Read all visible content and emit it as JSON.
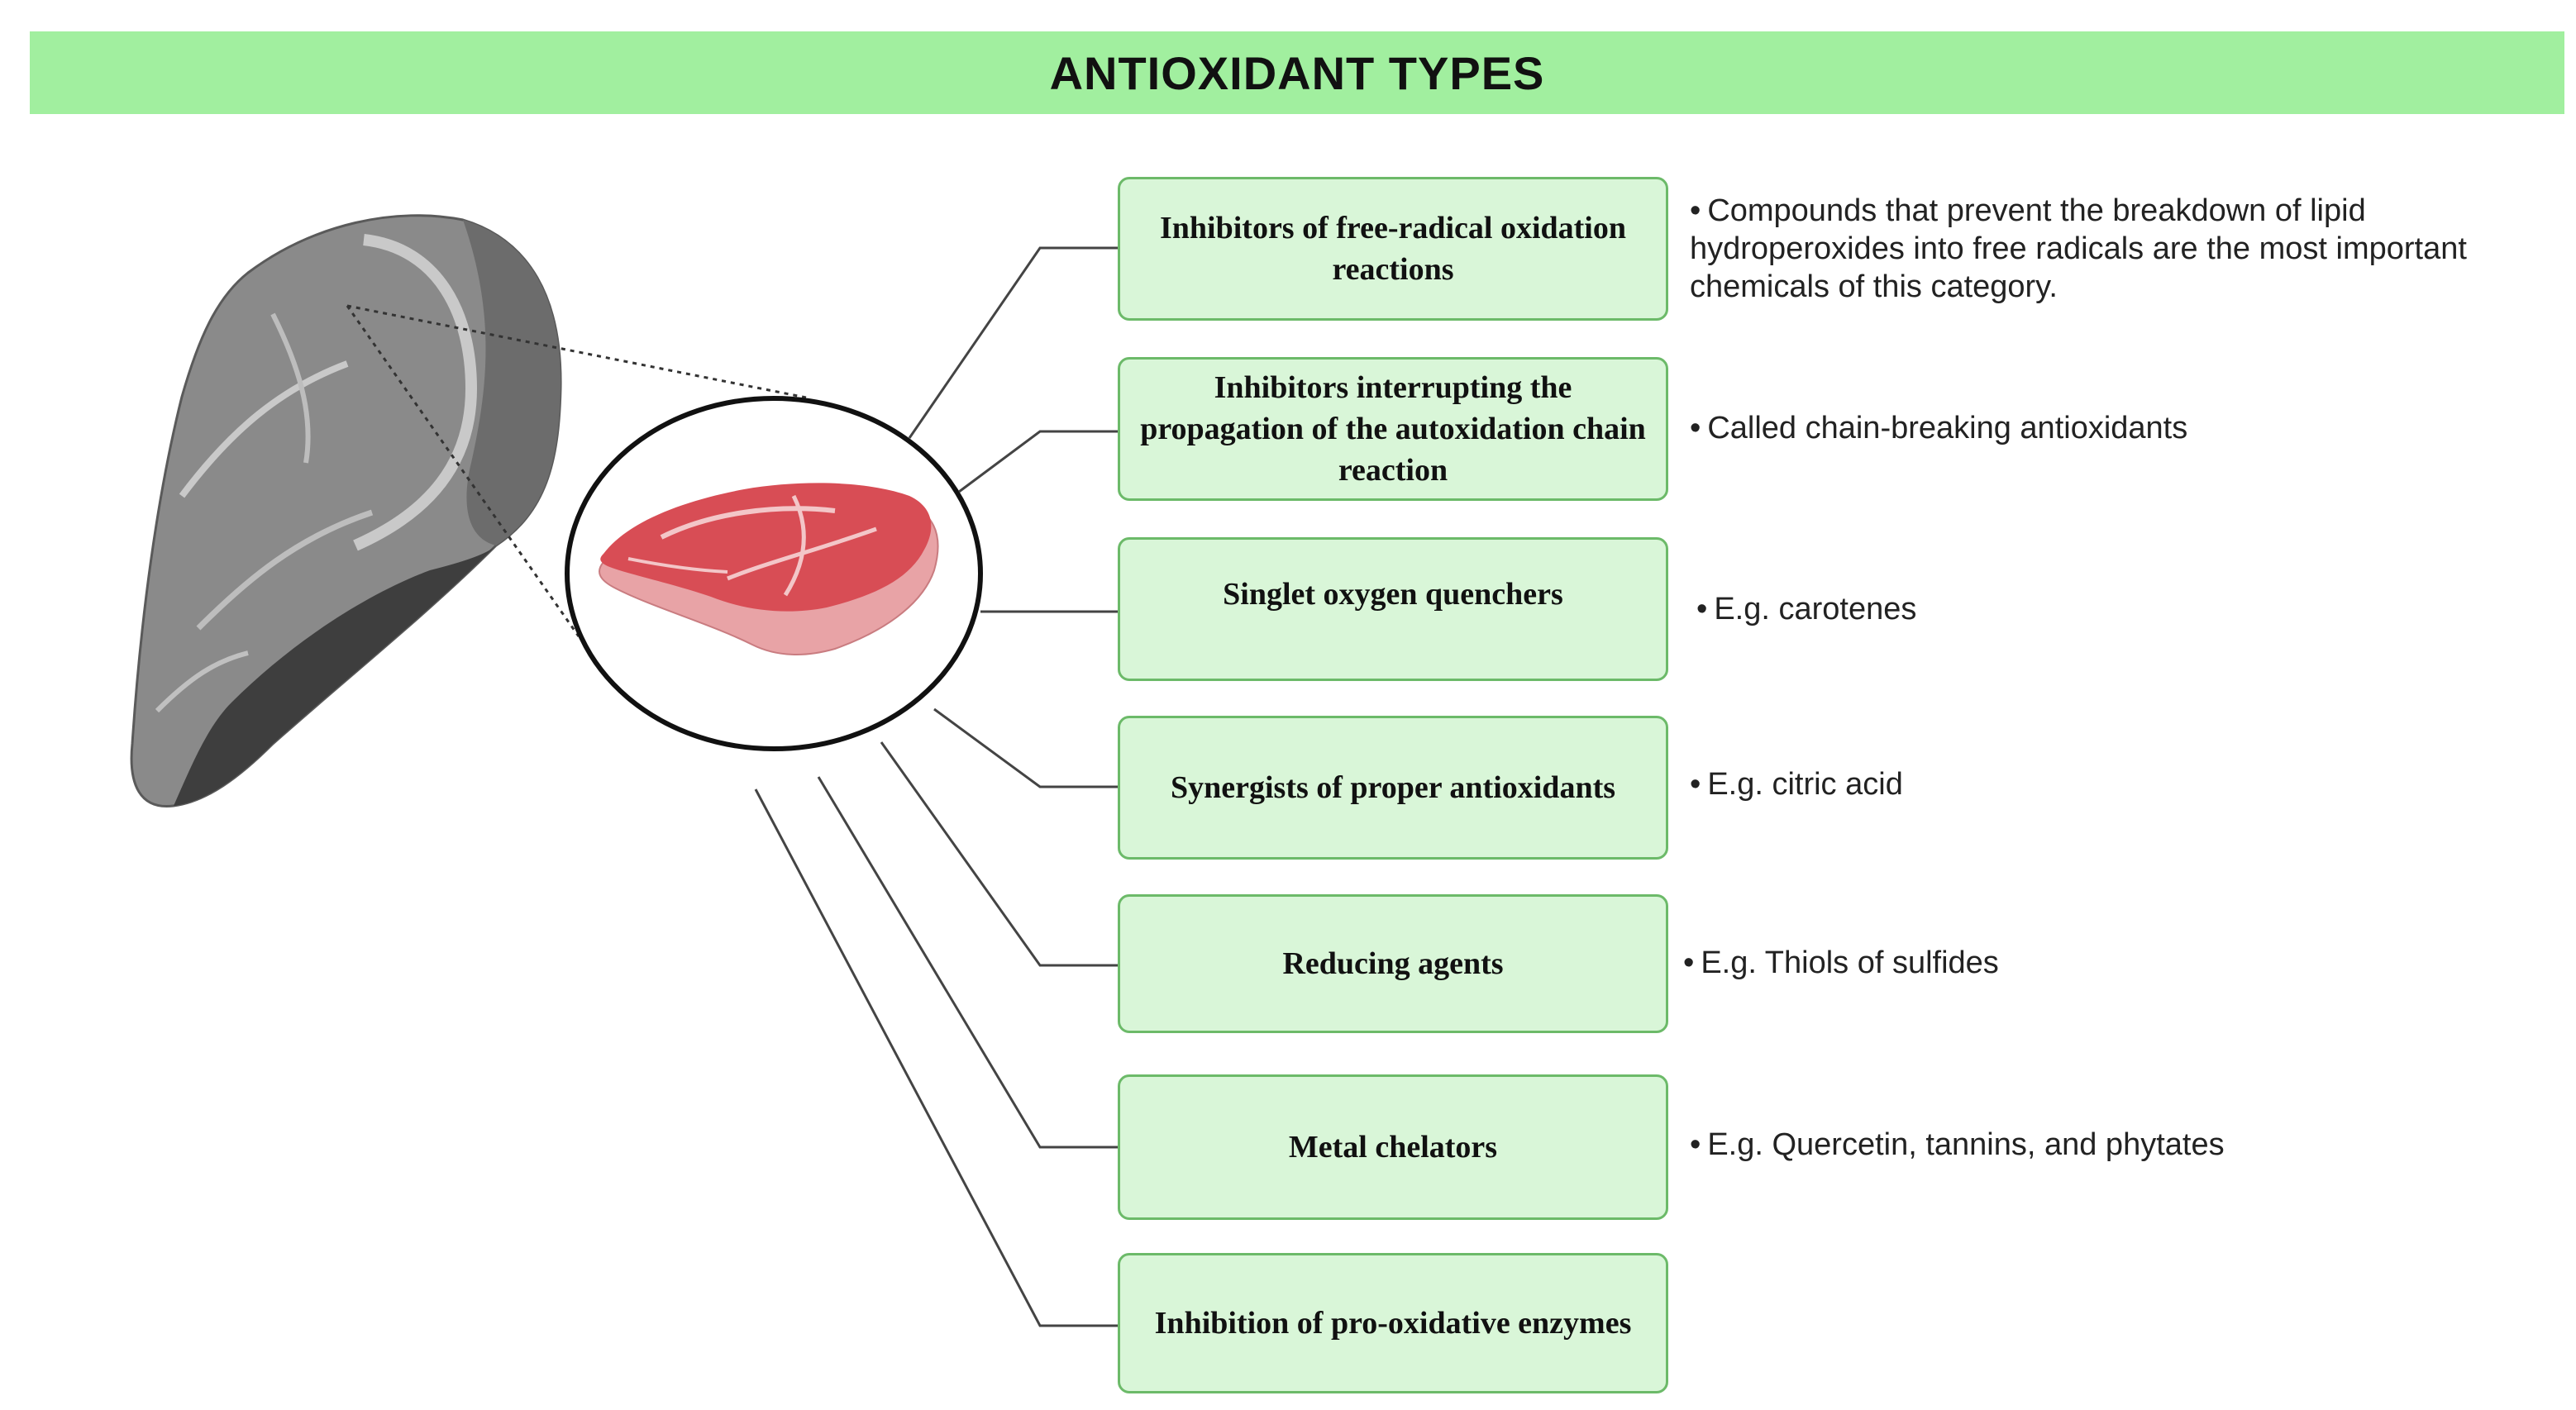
{
  "title": "ANTIOXIDANT TYPES",
  "colors": {
    "title_bar": "#a1ef9f",
    "box_fill": "#d9f6d8",
    "box_border": "#6cba69",
    "connector": "#444444"
  },
  "bullet": "•",
  "types": [
    {
      "label": "Inhibitors of free-radical oxidation reactions",
      "description": "Compounds that prevent the breakdown of lipid hydroperoxides into free radicals are the most important chemicals of this category."
    },
    {
      "label": "Inhibitors interrupting the propagation of the autoxidation chain reaction",
      "description": "Called chain-breaking antioxidants"
    },
    {
      "label": "Singlet oxygen quenchers",
      "description": "E.g. carotenes"
    },
    {
      "label": "Synergists of proper antioxidants",
      "description": "E.g. citric acid"
    },
    {
      "label": "Reducing agents",
      "description": "E.g. Thiols of sulfides"
    },
    {
      "label": "Metal chelators",
      "description": "E.g. Quercetin, tannins, and phytates"
    },
    {
      "label": "Inhibition of pro-oxidative enzymes",
      "description": ""
    }
  ],
  "icons": [
    "meat-cut-icon",
    "steak-icon"
  ]
}
